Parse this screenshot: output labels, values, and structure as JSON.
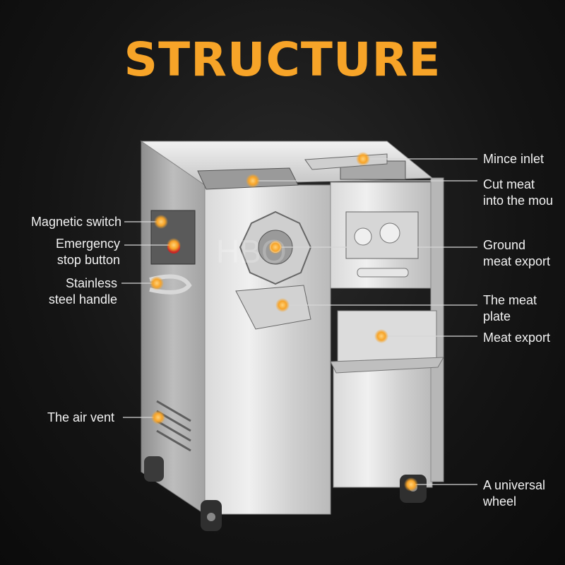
{
  "title": "STRUCTURE",
  "colors": {
    "accent": "#f7a428",
    "background": "#141414",
    "text": "#f2f2f2",
    "steel": "#c9c9c9",
    "leader_line": "#d6d6d6"
  },
  "watermark": "HBO",
  "labels": {
    "mince_inlet": [
      "Mince inlet"
    ],
    "cut_meat": [
      "Cut meat",
      "into the mou"
    ],
    "magnetic_switch": [
      "Magnetic switch"
    ],
    "emergency_stop": [
      "Emergency",
      "stop button"
    ],
    "ground_meat": [
      "Ground",
      "meat export"
    ],
    "stainless_handle": [
      "Stainless",
      "steel handle"
    ],
    "meat_plate": [
      "The meat",
      "plate"
    ],
    "meat_export": [
      "Meat export"
    ],
    "air_vent": [
      "The air vent"
    ],
    "universal_wheel": [
      "A universal",
      "wheel"
    ]
  }
}
